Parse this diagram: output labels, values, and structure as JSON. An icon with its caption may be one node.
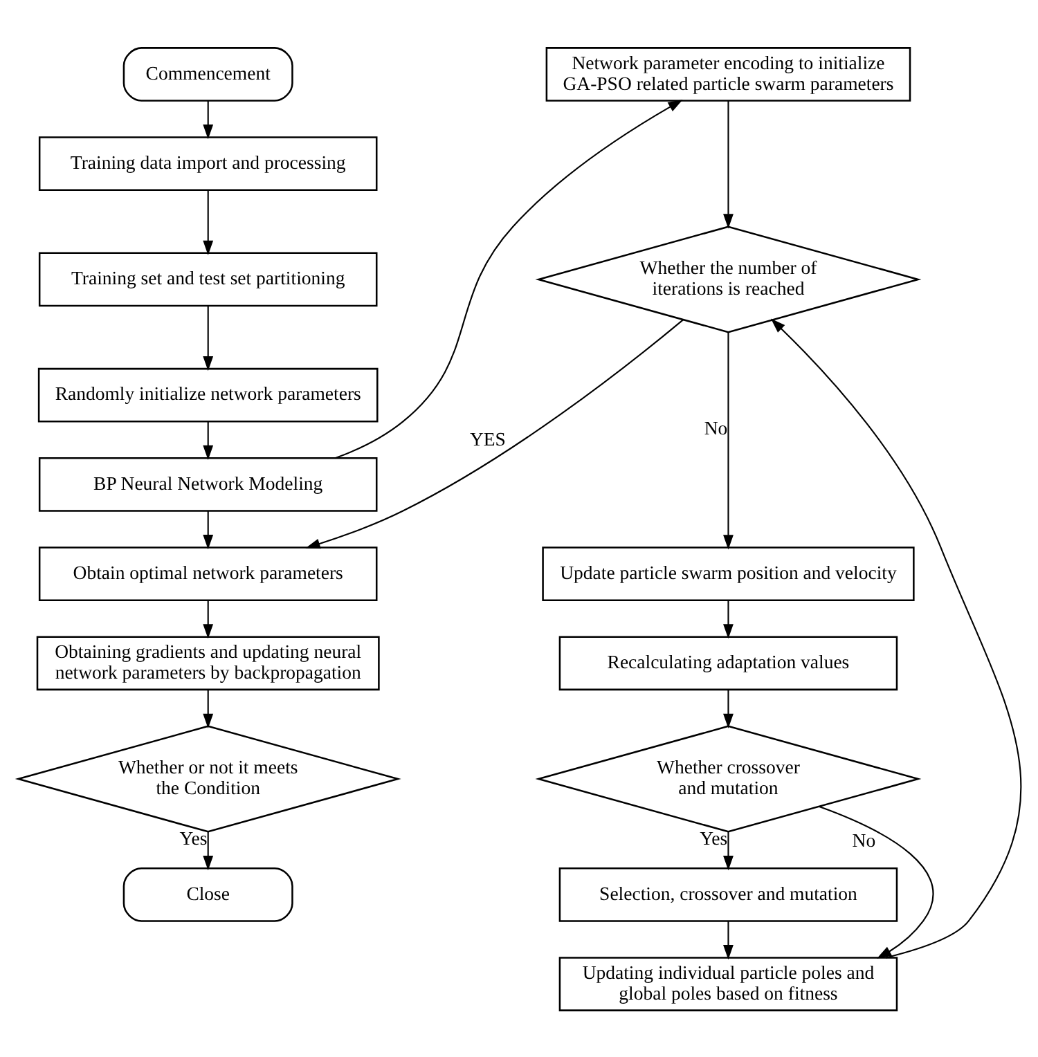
{
  "diagram": {
    "nodes": [
      {
        "text": [
          "Commencement"
        ]
      },
      {
        "text": [
          "Training data import and processing"
        ]
      },
      {
        "text": [
          "Training set and test set partitioning"
        ]
      },
      {
        "text": [
          "Randomly initialize network parameters"
        ]
      },
      {
        "text": [
          "BP Neural Network Modeling"
        ]
      },
      {
        "text": [
          "Obtain optimal network parameters"
        ]
      },
      {
        "text": [
          "Obtaining gradients and updating neural network parameters by backpropagation"
        ]
      },
      {
        "text": [
          "Whether or not it meets the Condition"
        ]
      },
      {
        "text": [
          "Close"
        ]
      },
      {
        "text": [
          "Network parameter encoding to initialize GA-PSO related particle swarm parameters"
        ]
      },
      {
        "text": [
          "Whether the number of iterations is reached"
        ]
      },
      {
        "text": [
          "Update particle swarm position and velocity"
        ]
      },
      {
        "text": [
          "Recalculating adaptation values"
        ]
      },
      {
        "text": [
          "Whether crossover and mutation"
        ]
      },
      {
        "text": [
          "Selection, crossover and mutation"
        ]
      },
      {
        "text": [
          "Updating individual particle poles and global poles based on fitness"
        ]
      }
    ],
    "edges": [
      {
        "from": 0,
        "to": 1,
        "arrow": "to"
      },
      {
        "from": 1,
        "to": 2,
        "arrow": "to"
      },
      {
        "from": 2,
        "to": 3,
        "arrow": "to"
      },
      {
        "from": 3,
        "to": 4,
        "arrow": "to"
      },
      {
        "from": 4,
        "to": 9,
        "arrow": "to"
      },
      {
        "from": 4,
        "to": 5,
        "arrow": "to"
      },
      {
        "from": 5,
        "to": 6,
        "arrow": "to"
      },
      {
        "from": 6,
        "to": 7,
        "arrow": "to"
      },
      {
        "from": 7,
        "to": 8,
        "arrow": "to",
        "label": "Yes"
      },
      {
        "from": 9,
        "to": 10,
        "arrow": "to"
      },
      {
        "from": 10,
        "to": 11,
        "arrow": "to",
        "label": "No"
      },
      {
        "from": 10,
        "to": 5,
        "arrow": "to",
        "label": "YES"
      },
      {
        "from": 11,
        "to": 12,
        "arrow": "to"
      },
      {
        "from": 12,
        "to": 13,
        "arrow": "to"
      },
      {
        "from": 13,
        "to": 14,
        "arrow": "to",
        "label": "Yes"
      },
      {
        "from": 13,
        "to": 15,
        "arrow": "to",
        "label": "No"
      },
      {
        "from": 14,
        "to": 15,
        "arrow": "to"
      },
      {
        "from": 15,
        "to": 10,
        "arrow": "to"
      }
    ]
  }
}
